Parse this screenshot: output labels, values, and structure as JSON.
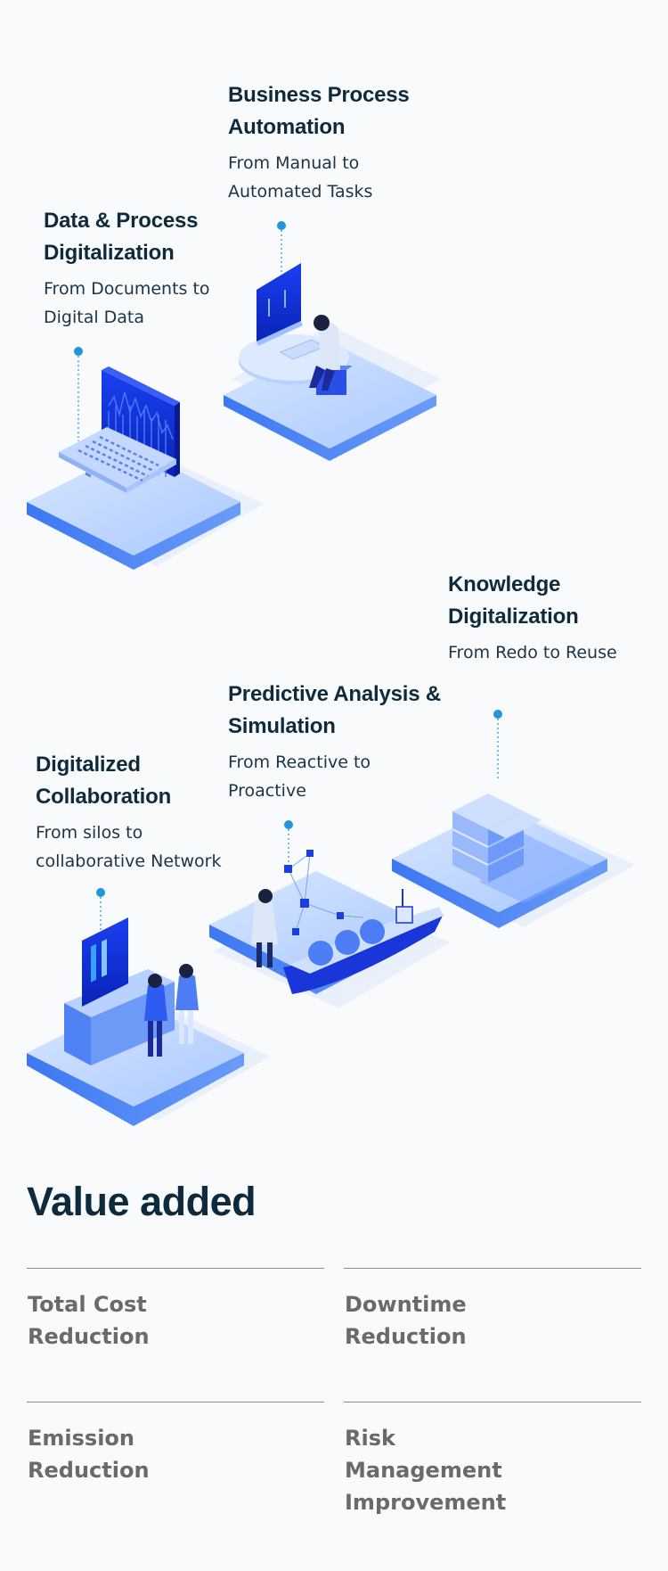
{
  "features": [
    {
      "id": "data-process",
      "title": "Data & Process Digitalization",
      "subtitle": "From Documents to Digital Data"
    },
    {
      "id": "bpa",
      "title": "Business Process Automation",
      "subtitle": "From Manual to Automated Tasks"
    },
    {
      "id": "knowledge",
      "title": "Knowledge Digitalization",
      "subtitle": "From Redo to Reuse"
    },
    {
      "id": "predictive",
      "title": "Predictive Analysis & Simulation",
      "subtitle": "From Reactive to Proactive"
    },
    {
      "id": "collab",
      "title": "Digitalized Collaboration",
      "subtitle": "From silos to collaborative Network"
    }
  ],
  "value": {
    "title": "Value added",
    "items": [
      "Total Cost Reduction",
      "Downtime Reduction",
      "Emission Reduction",
      "Risk Management Improvement"
    ]
  },
  "colors": {
    "accent": "#2196d9",
    "platform_top": "#c6dcff",
    "platform_edge": "#4a86f5",
    "screen": "#1034e0",
    "heading": "#0e2a3c"
  }
}
